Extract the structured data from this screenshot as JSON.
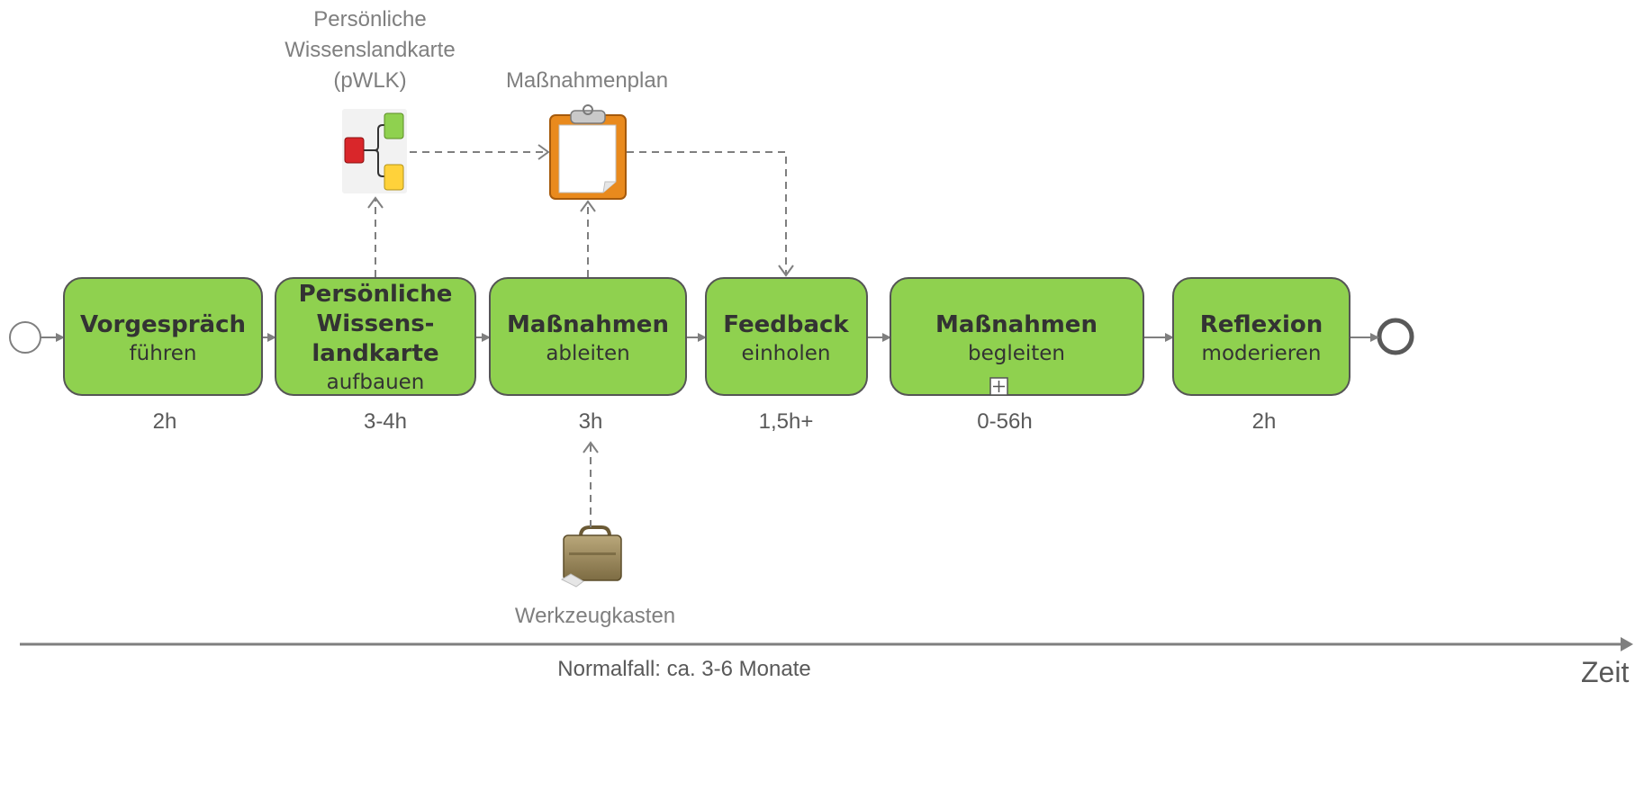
{
  "tasks": [
    {
      "title": "Vorgespräch",
      "subtitle": "führen",
      "duration": "2h"
    },
    {
      "title_lines": [
        "Persönliche",
        "Wissens-",
        "landkarte"
      ],
      "subtitle": "aufbauen",
      "duration": "3-4h"
    },
    {
      "title": "Maßnahmen",
      "subtitle": "ableiten",
      "duration": "3h"
    },
    {
      "title": "Feedback",
      "subtitle": "einholen",
      "duration": "1,5h+"
    },
    {
      "title": "Maßnahmen",
      "subtitle": "begleiten",
      "duration": "0-56h",
      "subprocess_marker": "+"
    },
    {
      "title": "Reflexion",
      "subtitle": "moderieren",
      "duration": "2h"
    }
  ],
  "artifacts": {
    "pwlk": {
      "label_lines": [
        "Persönliche",
        "Wissenslandkarte",
        "(pWLK)"
      ],
      "icon": "mindmap-icon"
    },
    "plan": {
      "label": "Maßnahmenplan",
      "icon": "clipboard-icon"
    },
    "toolbox": {
      "label": "Werkzeugkasten",
      "icon": "briefcase-icon"
    }
  },
  "timeline": {
    "label": "Normalfall: ca. 3-6 Monate",
    "axis_title": "Zeit"
  },
  "colors": {
    "task_fill": "#8fd14f",
    "task_border": "#555555",
    "connector": "#7f7f7f",
    "text_gray": "#7f7f7f"
  }
}
